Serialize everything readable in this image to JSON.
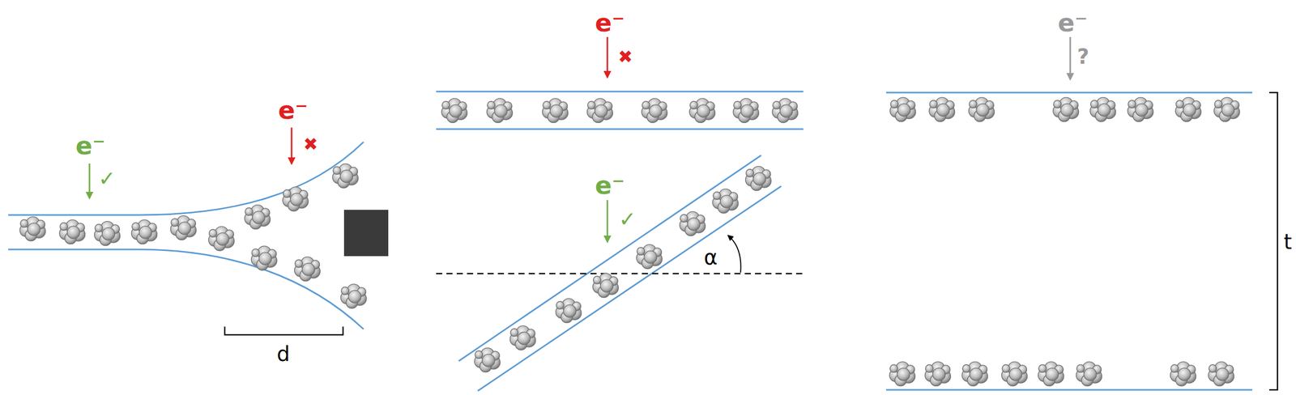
{
  "diagram": {
    "labels": [
      "e⁻",
      "✓",
      "e⁻",
      "✖",
      "d",
      "e⁻",
      "✖",
      "e⁻",
      "✓",
      "α",
      "e⁻",
      "?",
      "t"
    ]
  }
}
